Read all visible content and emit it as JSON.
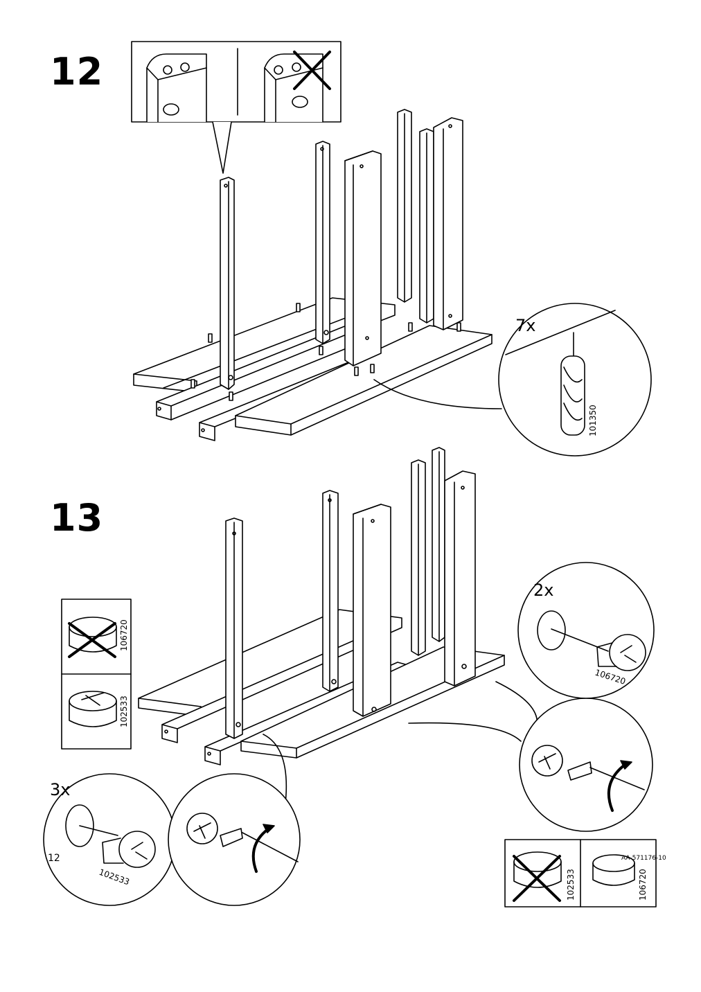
{
  "steps": [
    {
      "number": "12",
      "qty": "7x",
      "part": "101350"
    },
    {
      "number": "13",
      "left_qty": "3x",
      "left_part": "102533",
      "right_qty": "2x",
      "right_part": "106720",
      "legend_left": {
        "wrong": "106720",
        "right": "102533"
      },
      "legend_right": {
        "wrong": "102533",
        "right": "106720"
      }
    }
  ],
  "footer": {
    "page": "12",
    "doc_code": "AA-571176-10"
  }
}
